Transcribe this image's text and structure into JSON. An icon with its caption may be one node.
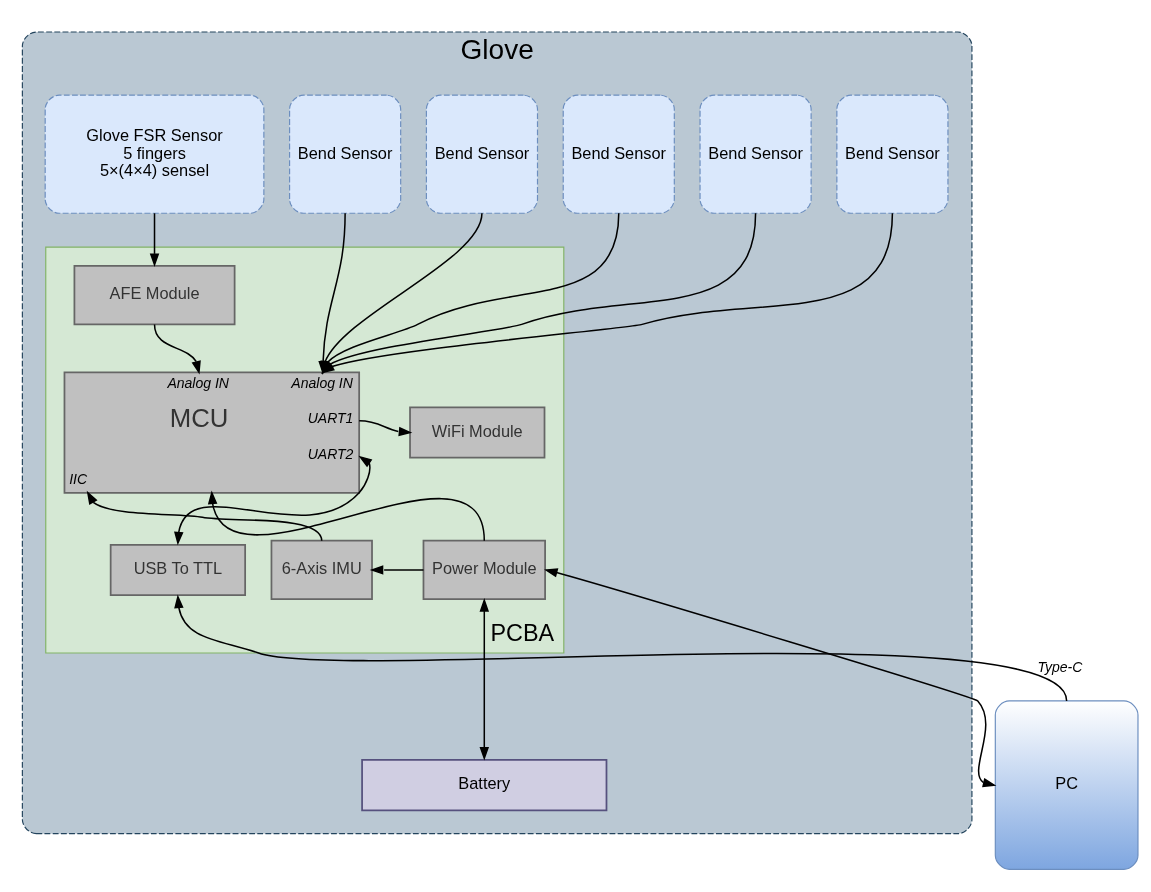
{
  "diagram": {
    "nodes": [
      {
        "text": [
          "Glove"
        ]
      },
      {
        "text": [
          "Glove FSR Sensor",
          "5 fingers",
          "5×(4×4) sensel"
        ],
        "in": 0
      },
      {
        "text": [
          "Bend Sensor"
        ],
        "in": 0
      },
      {
        "text": [
          "Bend Sensor"
        ],
        "in": 0
      },
      {
        "text": [
          "Bend Sensor"
        ],
        "in": 0
      },
      {
        "text": [
          "Bend Sensor"
        ],
        "in": 0
      },
      {
        "text": [
          "Bend Sensor"
        ],
        "in": 0
      },
      {
        "text": [
          "PCBA"
        ],
        "in": 0
      },
      {
        "text": [
          "AFE Module"
        ],
        "in": 7
      },
      {
        "text": [
          "Analog IN",
          "Analog IN",
          "UART1",
          "MCU",
          "UART2",
          "IIC"
        ],
        "in": 7
      },
      {
        "text": [
          "WiFi Module"
        ],
        "in": 7
      },
      {
        "text": [
          "USB To TTL"
        ],
        "in": 7
      },
      {
        "text": [
          "6-Axis IMU"
        ],
        "in": 7
      },
      {
        "text": [
          "Power Module"
        ],
        "in": 7
      },
      {
        "text": [
          "Battery"
        ],
        "in": 0
      },
      {
        "text": [
          "PC"
        ]
      }
    ],
    "edges": [
      {
        "from": 1,
        "to": 8,
        "arrow": "to"
      },
      {
        "from": 2,
        "to": 9,
        "arrow": "to"
      },
      {
        "from": 3,
        "to": 9,
        "arrow": "to"
      },
      {
        "from": 4,
        "to": 9,
        "arrow": "to"
      },
      {
        "from": 5,
        "to": 9,
        "arrow": "to"
      },
      {
        "from": 6,
        "to": 9,
        "arrow": "to"
      },
      {
        "from": 8,
        "to": 9,
        "arrow": "to"
      },
      {
        "from": 9,
        "to": 10,
        "arrow": "to"
      },
      {
        "from": 9,
        "to": 11,
        "arrow": "both"
      },
      {
        "from": 12,
        "to": 9,
        "arrow": "to"
      },
      {
        "from": 13,
        "to": 9,
        "arrow": "to"
      },
      {
        "from": 13,
        "to": 12,
        "arrow": "to"
      },
      {
        "from": 13,
        "to": 15,
        "arrow": "both"
      },
      {
        "from": 15,
        "to": 11,
        "arrow": "to",
        "label": "Type-C"
      },
      {
        "from": 13,
        "to": 14,
        "arrow": "both"
      }
    ]
  }
}
